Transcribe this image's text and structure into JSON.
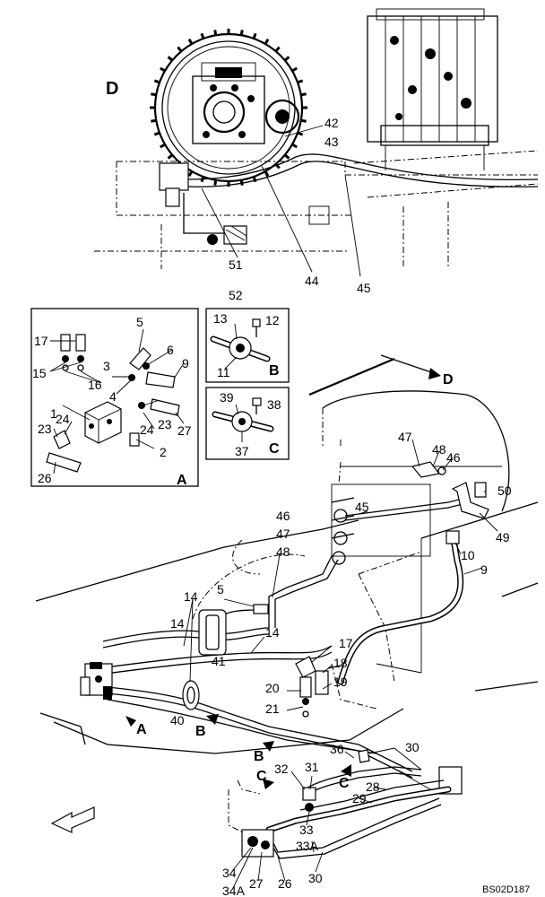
{
  "detail_views": {
    "main_view": "D",
    "inset_a": "A",
    "inset_b": "B",
    "inset_c": "C",
    "view_arrow_d": "D"
  },
  "callouts_top": [
    "42",
    "43",
    "44",
    "45",
    "51",
    "52"
  ],
  "callouts_inset_a": [
    "1",
    "2",
    "3",
    "4",
    "5",
    "6",
    "9",
    "15",
    "16",
    "17",
    "23",
    "23",
    "24",
    "24",
    "26",
    "27"
  ],
  "callouts_inset_b": [
    "11",
    "12",
    "13"
  ],
  "callouts_inset_c": [
    "37",
    "38",
    "39"
  ],
  "callouts_main": [
    "5",
    "9",
    "10",
    "14",
    "14",
    "14",
    "17",
    "18",
    "19",
    "20",
    "21",
    "26",
    "27",
    "28",
    "29",
    "30",
    "30",
    "31",
    "32",
    "33",
    "33A",
    "34",
    "34A",
    "36",
    "40",
    "41",
    "45",
    "46",
    "46",
    "47",
    "47",
    "48",
    "48",
    "49",
    "50"
  ],
  "direction_arrows": [
    "A",
    "B",
    "B",
    "C",
    "C"
  ],
  "drawing_code": "BS02D187"
}
